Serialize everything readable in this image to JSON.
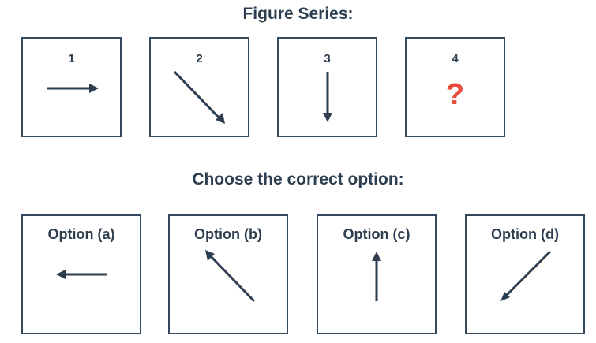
{
  "figure_series": {
    "title": "Figure Series:",
    "items": [
      {
        "number": "1",
        "arrow": "right"
      },
      {
        "number": "2",
        "arrow": "down-right"
      },
      {
        "number": "3",
        "arrow": "down"
      },
      {
        "number": "4",
        "placeholder": "?"
      }
    ]
  },
  "options": {
    "title": "Choose the correct option:",
    "items": [
      {
        "label": "Option (a)",
        "arrow": "left"
      },
      {
        "label": "Option (b)",
        "arrow": "up-left"
      },
      {
        "label": "Option (c)",
        "arrow": "up"
      },
      {
        "label": "Option (d)",
        "arrow": "down-left"
      }
    ]
  },
  "colors": {
    "arrow": "#2c3e50",
    "border": "#34495e",
    "question_mark": "#e74c3c"
  }
}
